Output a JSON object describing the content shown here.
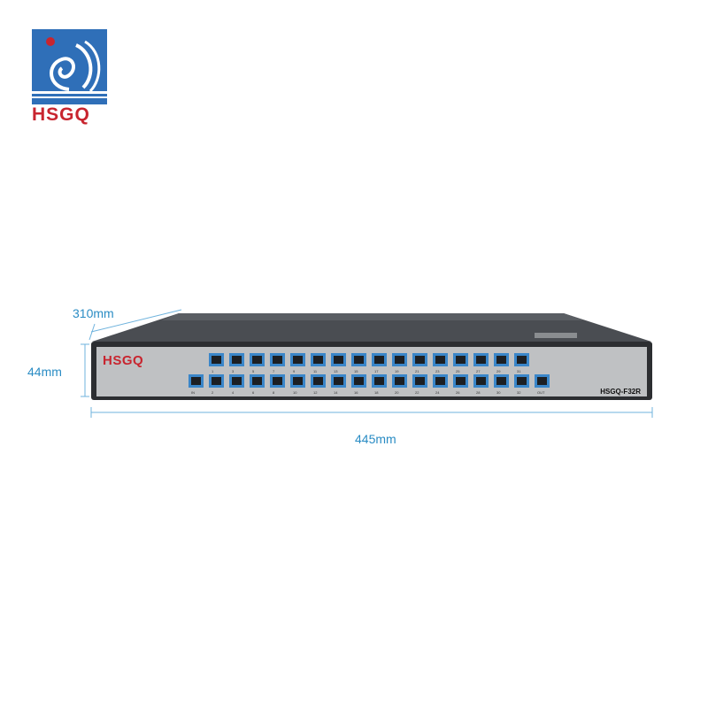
{
  "brand": {
    "logo_text": "HSGQ",
    "colors": {
      "logo_blue": "#2f6fb8",
      "logo_red": "#c8252f",
      "dimension_blue": "#2a8cc4"
    }
  },
  "dimensions": {
    "depth": "310mm",
    "height": "44mm",
    "width": "445mm"
  },
  "device": {
    "brand_label": "HSGQ",
    "model_label": "HSGQ-F32R",
    "top_row_port_labels": [
      "1",
      "3",
      "5",
      "7",
      "9",
      "11",
      "13",
      "15",
      "17",
      "19",
      "21",
      "23",
      "25",
      "27",
      "29",
      "31"
    ],
    "bottom_row_port_labels": [
      "IN",
      "2",
      "4",
      "6",
      "8",
      "10",
      "12",
      "14",
      "16",
      "18",
      "20",
      "22",
      "24",
      "26",
      "28",
      "30",
      "32",
      "OUT"
    ]
  }
}
